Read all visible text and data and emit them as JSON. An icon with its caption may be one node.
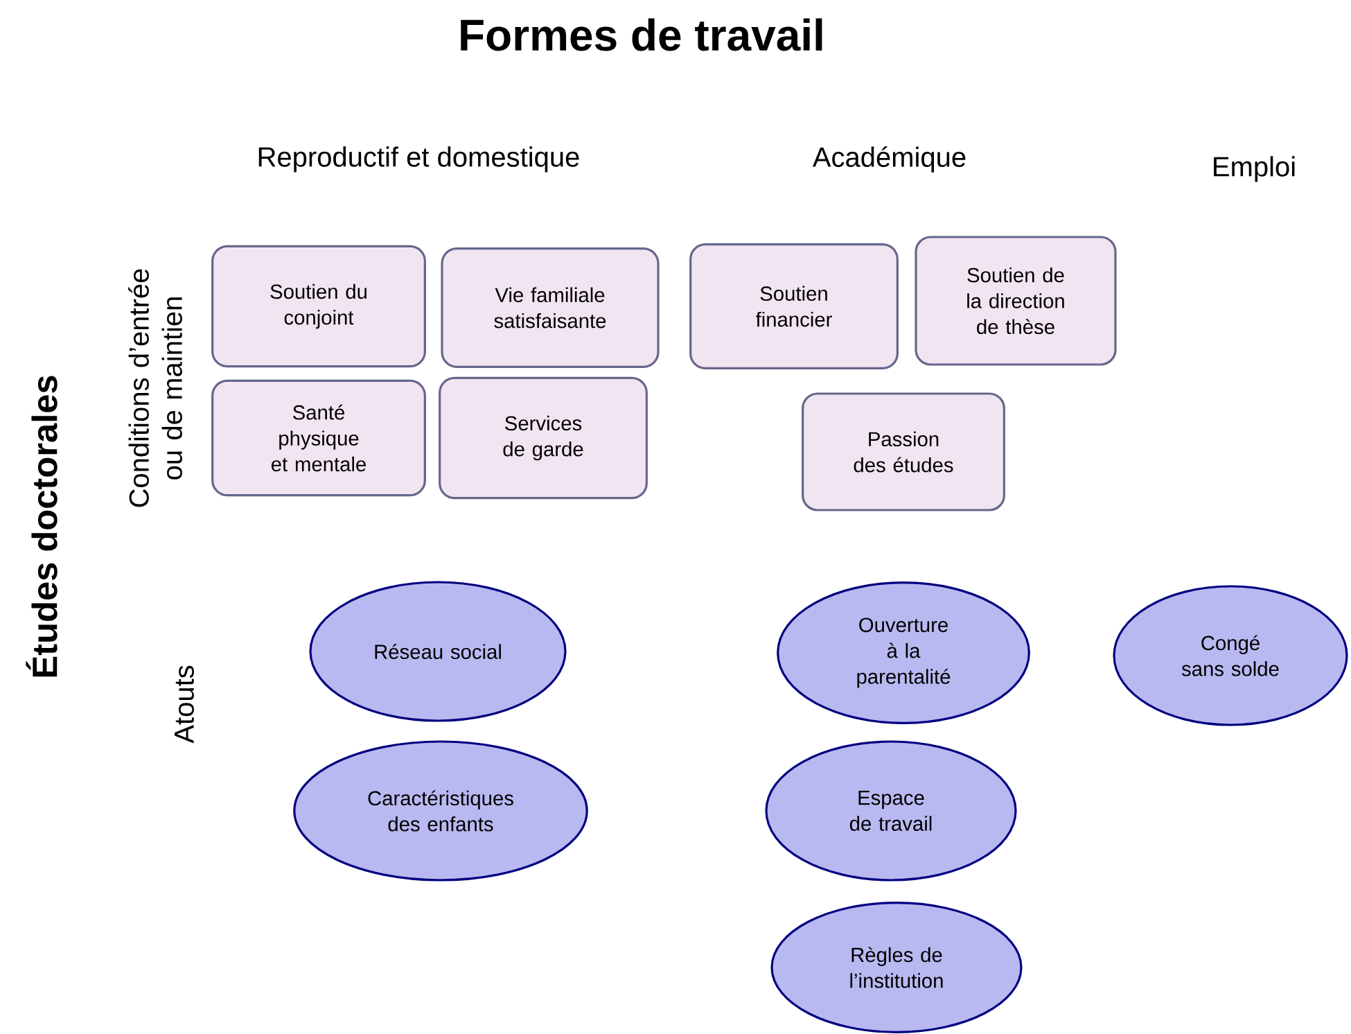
{
  "diagram": {
    "title": "Formes de travail",
    "nodes": [
      {
        "text": [
          "Soutien du conjoint"
        ]
      },
      {
        "text": [
          "Vie familiale satisfaisante"
        ]
      },
      {
        "text": [
          "Santé physique et mentale"
        ]
      },
      {
        "text": [
          "Services de garde"
        ]
      },
      {
        "text": [
          "Soutien financier"
        ]
      },
      {
        "text": [
          "Soutien de la direction de thèse"
        ]
      },
      {
        "text": [
          "Passion des études"
        ]
      },
      {
        "text": [
          "Réseau social"
        ]
      },
      {
        "text": [
          "Caractéristiques des enfants"
        ]
      },
      {
        "text": [
          "Ouverture à la parentalité"
        ]
      },
      {
        "text": [
          "Congé sans solde"
        ]
      },
      {
        "text": [
          "Espace de travail"
        ]
      },
      {
        "text": [
          "Règles de l’institution"
        ]
      }
    ],
    "labels": [
      "Reproductif et domestique",
      "Académique",
      "Emploi",
      "Conditions d’entrée ou de maintien",
      "Atouts",
      "Études doctorales"
    ]
  }
}
